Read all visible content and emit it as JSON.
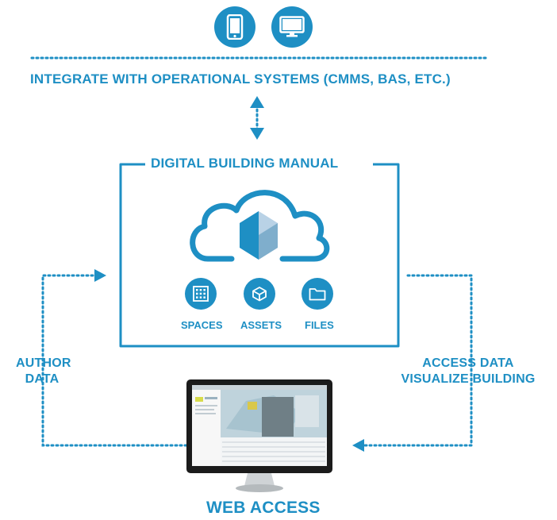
{
  "colors": {
    "accent": "#1e8fc4",
    "accent_dark": "#146e9a",
    "cube_light": "#b9d2e6"
  },
  "top_icons": [
    "mobile-phone-icon",
    "desktop-monitor-icon"
  ],
  "integrate_label": "INTEGRATE WITH OPERATIONAL SYSTEMS (CMMS, BAS, ETC.)",
  "manual": {
    "title": "DIGITAL BUILDING MANUAL",
    "items": [
      {
        "label": "SPACES",
        "icon": "grid-icon"
      },
      {
        "label": "ASSETS",
        "icon": "box-icon"
      },
      {
        "label": "FILES",
        "icon": "folder-icon"
      }
    ]
  },
  "author_label": [
    "AUTHOR",
    "DATA"
  ],
  "access_label": [
    "ACCESS DATA",
    "VISUALIZE BUILDING"
  ],
  "web_access_label": "WEB ACCESS"
}
